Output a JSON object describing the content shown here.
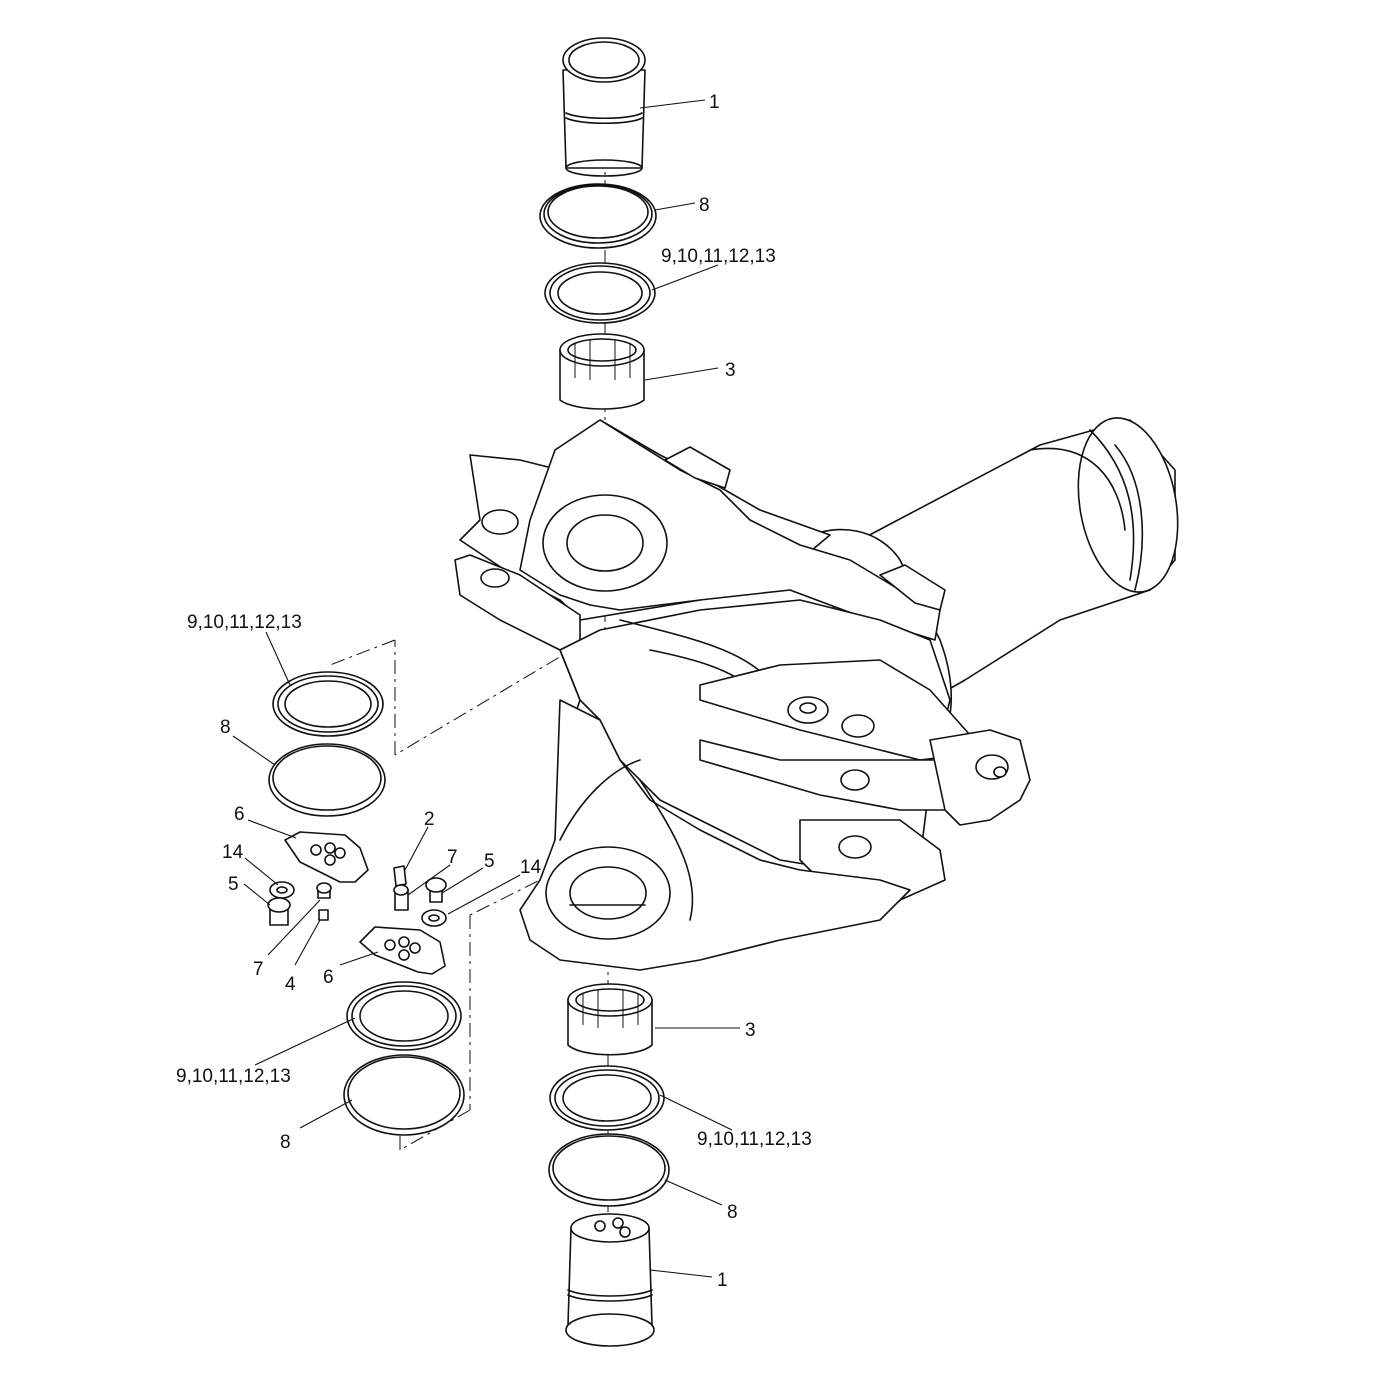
{
  "callouts": {
    "top_pin": "1",
    "top_seal": "8",
    "top_shims": "9,10,11,12,13",
    "top_bushing": "3",
    "left_shims_upper": "9,10,11,12,13",
    "left_seal_upper": "8",
    "left_plate": "6",
    "left_washer": "14",
    "left_bolt": "5",
    "left_fitting": "7",
    "left_cap": "4",
    "mid_cap": "2",
    "mid_fitting": "7",
    "mid_bolt": "5",
    "mid_washer": "14",
    "mid_plate": "6",
    "left_shims_lower": "9,10,11,12,13",
    "left_seal_lower": "8",
    "bottom_bushing": "3",
    "bottom_shims": "9,10,11,12,13",
    "bottom_seal": "8",
    "bottom_pin": "1"
  }
}
